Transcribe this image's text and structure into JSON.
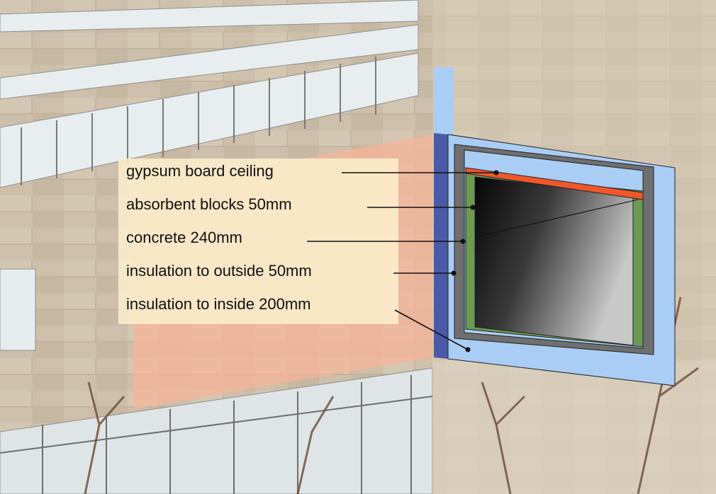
{
  "labels": [
    {
      "id": "gypsum",
      "text": "gypsum board ceiling"
    },
    {
      "id": "absorbent",
      "text": "absorbent blocks 50mm"
    },
    {
      "id": "concrete",
      "text": "concrete 240mm"
    },
    {
      "id": "insulation-outside",
      "text": "insulation to outside 50mm"
    },
    {
      "id": "insulation-inside",
      "text": "insulation to inside 200mm"
    }
  ],
  "colors": {
    "facade": "#cbbda8",
    "insulation": "#a9cdf5",
    "concrete": "#6f6f6f",
    "absorbent": "#6c9a55",
    "gypsum": "#f0582a",
    "outer_insulation_edge": "#4a5aa8",
    "label_panel": "#fbeccb",
    "highlight_wedge": "#f6b49a"
  }
}
